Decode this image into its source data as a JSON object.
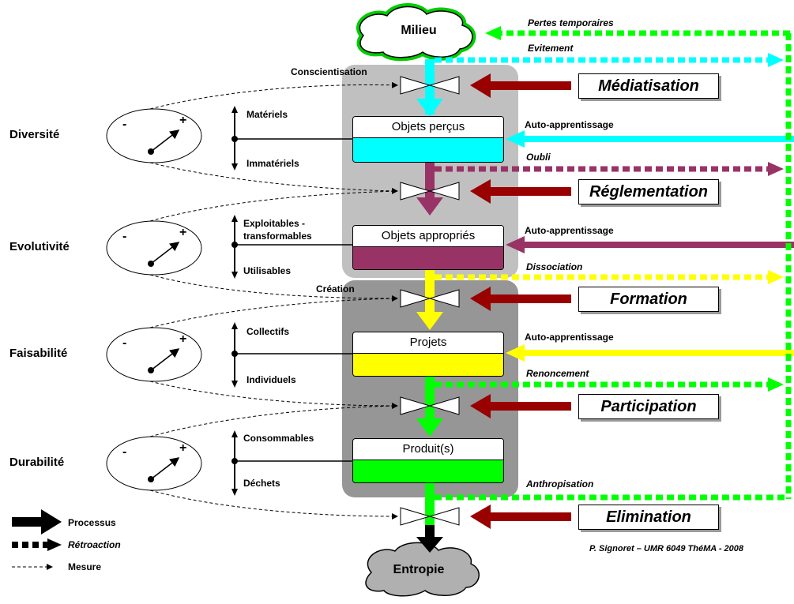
{
  "milieu_label": "Milieu",
  "entropie_label": "Entropie",
  "criteria": [
    {
      "name": "Diversité",
      "top": "Matériels",
      "bottom": "Immatériels",
      "minus": "-",
      "plus": "+"
    },
    {
      "name": "Evolutivité",
      "top": "Exploitables - transformables",
      "bottom": "Utilisables",
      "minus": "-",
      "plus": "+"
    },
    {
      "name": "Faisabilité",
      "top": "Collectifs",
      "bottom": "Individuels",
      "minus": "-",
      "plus": "+"
    },
    {
      "name": "Durabilité",
      "top": "Consommables",
      "bottom": "Déchets",
      "minus": "-",
      "plus": "+"
    }
  ],
  "boxes": [
    "Objets perçus",
    "Objets appropriés",
    "Projets",
    "Produit(s)"
  ],
  "actions": [
    "Médiatisation",
    "Réglementation",
    "Formation",
    "Participation",
    "Elimination"
  ],
  "valve_labels": {
    "conscientisation": "Conscientisation",
    "creation": "Création"
  },
  "feedback_labels": {
    "pertes": "Pertes temporaires",
    "evitement": "Evitement",
    "auto1": "Auto-apprentissage",
    "oubli": "Oubli",
    "auto2": "Auto-apprentissage",
    "dissociation": "Dissociation",
    "auto3": "Auto-apprentissage",
    "renoncement": "Renoncement",
    "anthropisation": "Anthropisation"
  },
  "legend": {
    "processus": "Processus",
    "retroaction": "Rétroaction",
    "mesure": "Mesure"
  },
  "credit": "P. Signoret – UMR 6049 ThéMA - 2008",
  "colors": {
    "cyan": "#00ffff",
    "purple": "#993366",
    "yellow": "#ffff00",
    "green": "#00ff00",
    "darkred": "#990000",
    "lightgray": "#c0c0c0",
    "darkgray": "#969696"
  }
}
